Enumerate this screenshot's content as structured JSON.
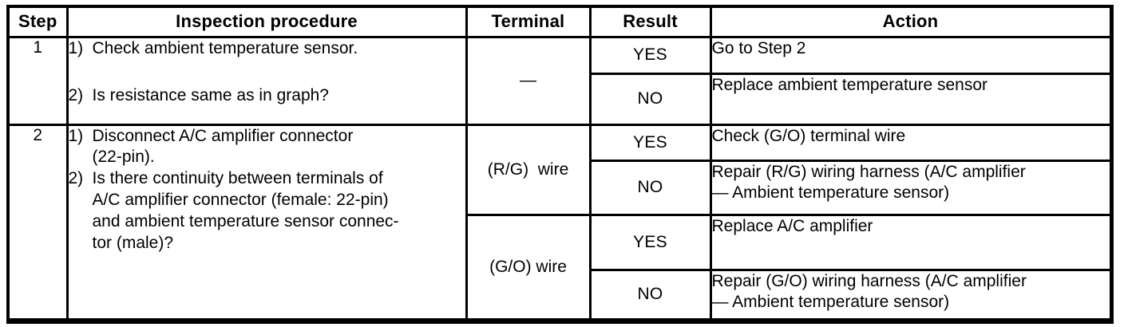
{
  "table": {
    "headers": {
      "step": "Step",
      "procedure": "Inspection procedure",
      "terminal": "Terminal",
      "result": "Result",
      "action": "Action"
    },
    "steps": [
      {
        "number": "1",
        "procedure_items": [
          {
            "marker": "1)",
            "text": "Check ambient temperature sensor."
          },
          {
            "marker": "2)",
            "text": "Is resistance same as in graph?"
          }
        ],
        "terminals": [
          {
            "label": "—",
            "results": [
              {
                "result": "YES",
                "action": "Go to Step 2"
              },
              {
                "result": "NO",
                "action": "Replace ambient temperature sensor"
              }
            ]
          }
        ]
      },
      {
        "number": "2",
        "procedure_items": [
          {
            "marker": "1)",
            "text": "Disconnect A/C amplifier connector\n(22-pin)."
          },
          {
            "marker": "2)",
            "text": "Is there continuity between terminals of\nA/C amplifier connector (female: 22-pin)\nand ambient temperature sensor connec-\ntor (male)?"
          }
        ],
        "terminals": [
          {
            "label": "(R/G)  wire",
            "results": [
              {
                "result": "YES",
                "action": "Check (G/O) terminal wire"
              },
              {
                "result": "NO",
                "action": "Repair (R/G) wiring harness (A/C amplifier\n— Ambient temperature sensor)"
              }
            ]
          },
          {
            "label": "(G/O) wire",
            "results": [
              {
                "result": "YES",
                "action": "Replace A/C amplifier"
              },
              {
                "result": "NO",
                "action": "Repair (G/O) wiring harness (A/C amplifier\n— Ambient temperature sensor)"
              }
            ]
          }
        ]
      }
    ]
  }
}
